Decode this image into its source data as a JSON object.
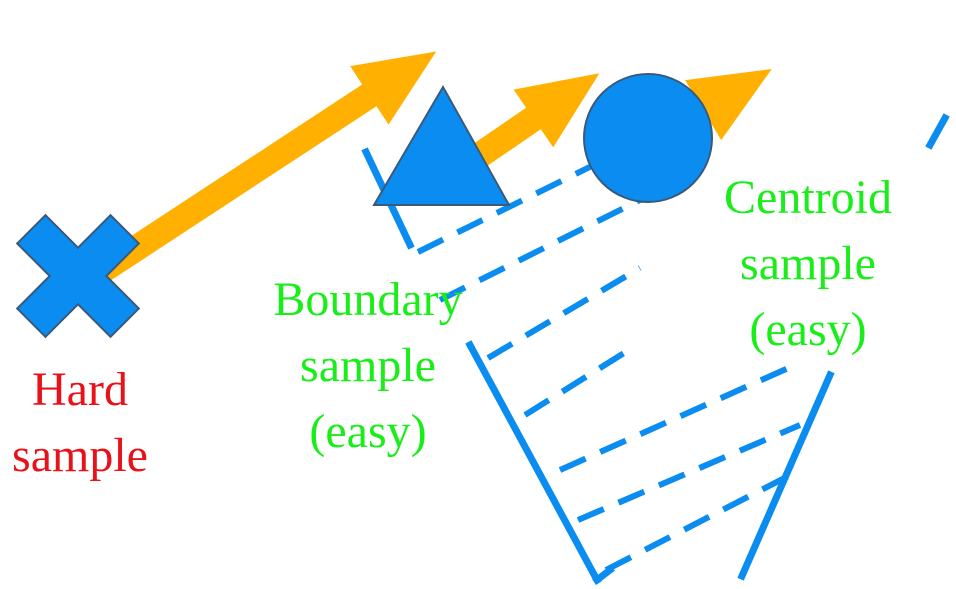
{
  "colors": {
    "shape_blue": "#0a8cf0",
    "shape_stroke": "#3a5a7c",
    "arrow_orange": "#ffb000",
    "hard_text": "#e8121a",
    "easy_text": "#19ee19"
  },
  "icons": {
    "hard": "x-mark-icon",
    "boundary": "triangle-icon",
    "centroid": "circle-icon"
  },
  "labels": {
    "hard": [
      "Hard",
      "sample"
    ],
    "boundary": [
      "Boundary",
      "sample",
      "(easy)"
    ],
    "centroid": [
      "Centroid",
      "sample",
      "(easy)"
    ]
  }
}
